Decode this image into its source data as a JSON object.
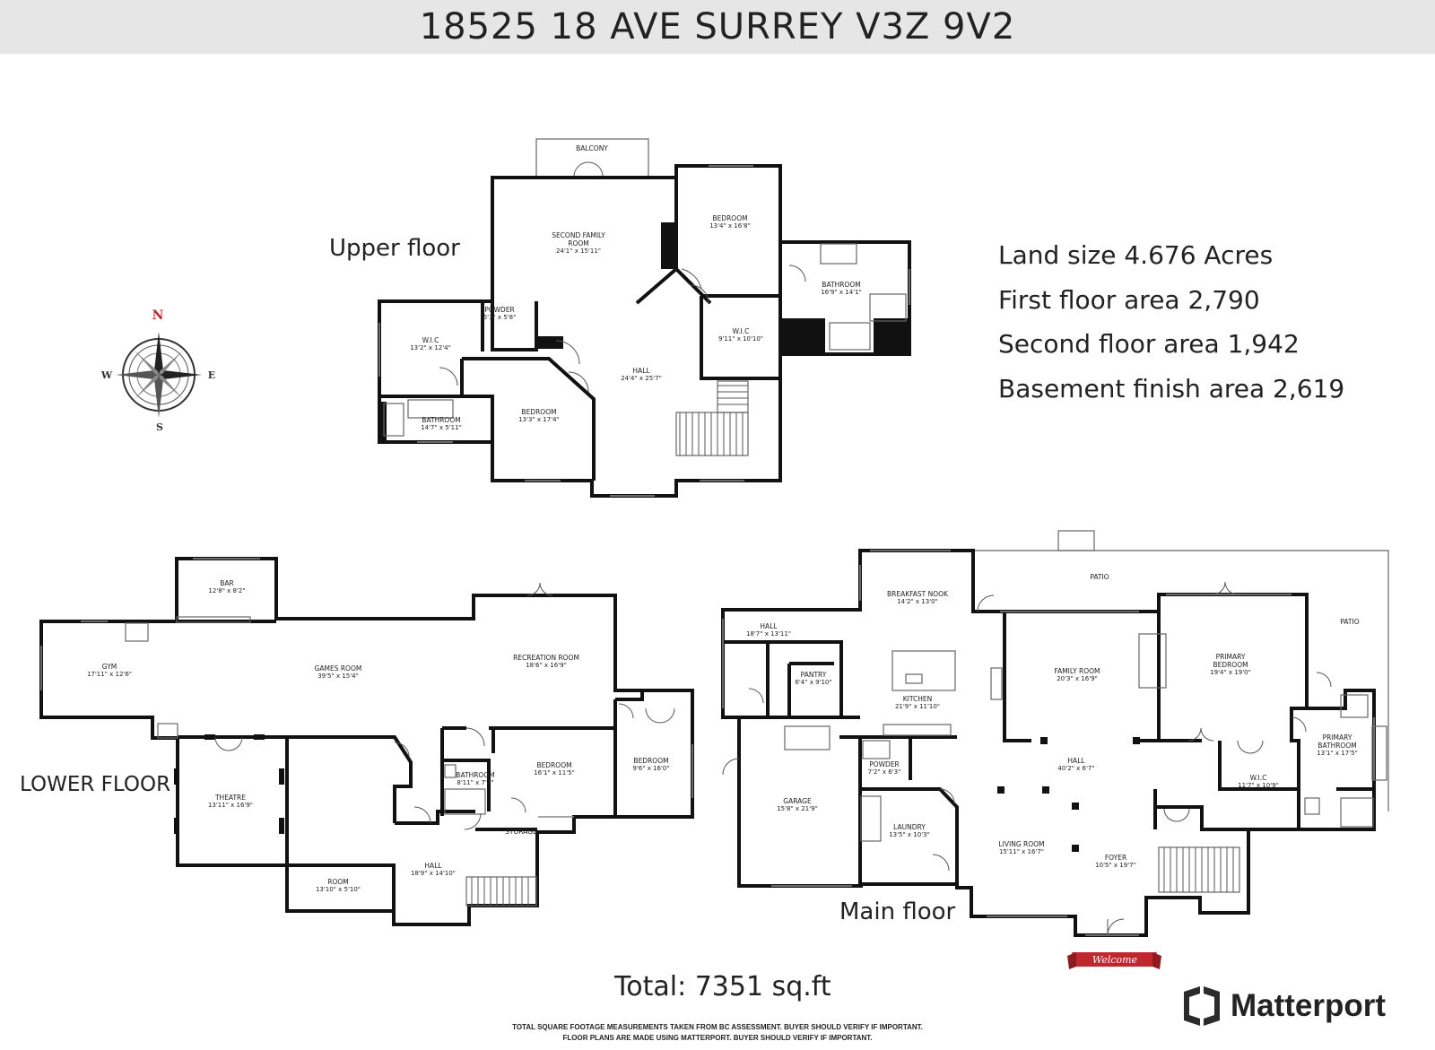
{
  "header": {
    "title": "18525 18 AVE SURREY V3Z 9V2"
  },
  "floors": {
    "upper": "Upper floor",
    "lower": "LOWER FLOOR",
    "main": "Main floor"
  },
  "stats": [
    "Land size 4.676 Acres",
    "First floor area 2,790",
    "Second floor area 1,942",
    "Basement finish area 2,619"
  ],
  "total": "Total: 7351 sq.ft",
  "disclaimer": [
    "TOTAL SQUARE FOOTAGE MEASUREMENTS TAKEN FROM BC ASSESSMENT. BUYER SHOULD VERIFY IF IMPORTANT.",
    "FLOOR PLANS ARE MADE USING MATTERPORT. BUYER SHOULD VERIFY IF IMPORTANT."
  ],
  "brand": "Matterport",
  "welcome": "Welcome",
  "compass": {
    "n": "N",
    "s": "S",
    "e": "E",
    "w": "W",
    "accent": "#c0262d"
  },
  "rooms": {
    "upper": [
      {
        "name": "BALCONY",
        "dim": ""
      },
      {
        "name": "SECOND FAMILY",
        "name2": "ROOM",
        "dim": "24'1\" x 15'11\""
      },
      {
        "name": "BEDROOM",
        "dim": "13'4\" x 16'8\""
      },
      {
        "name": "BATHROOM",
        "dim": "16'9\" x 14'1\""
      },
      {
        "name": "W.I.C",
        "dim": "9'11\" x 10'10\""
      },
      {
        "name": "POWDER",
        "dim": "6'3\" x 5'8\""
      },
      {
        "name": "W.I.C",
        "dim": "13'2\" x 12'4\""
      },
      {
        "name": "HALL",
        "dim": "24'4\" x 25'7\""
      },
      {
        "name": "BATHROOM",
        "dim": "14'7\" x 5'11\""
      },
      {
        "name": "BEDROOM",
        "dim": "13'3\" x 17'4\""
      }
    ],
    "lower": [
      {
        "name": "BAR",
        "dim": "12'8\" x 8'2\""
      },
      {
        "name": "GYM",
        "dim": "17'11\" x 12'6\""
      },
      {
        "name": "GAMES ROOM",
        "dim": "39'5\" x 15'4\""
      },
      {
        "name": "RECREATION ROOM",
        "dim": "18'6\" x 16'9\""
      },
      {
        "name": "BEDROOM",
        "dim": "9'6\" x 16'0\""
      },
      {
        "name": "BEDROOM",
        "dim": "16'1\" x 11'5\""
      },
      {
        "name": "BATHROOM",
        "dim": "8'11\" x 7'4\""
      },
      {
        "name": "THEATRE",
        "dim": "13'11\" x 16'9\""
      },
      {
        "name": "STORAGE",
        "dim": ""
      },
      {
        "name": "HALL",
        "dim": "18'9\" x 14'10\""
      },
      {
        "name": "ROOM",
        "dim": "13'10\" x 5'10\""
      }
    ],
    "main": [
      {
        "name": "PATIO",
        "dim": ""
      },
      {
        "name": "BREAKFAST NOOK",
        "dim": "14'2\" x 13'0\""
      },
      {
        "name": "PATIO",
        "dim": ""
      },
      {
        "name": "HALL",
        "dim": "18'7\" x 13'11\""
      },
      {
        "name": "PANTRY",
        "dim": "6'4\" x 9'10\""
      },
      {
        "name": "KITCHEN",
        "dim": "21'9\" x 11'10\""
      },
      {
        "name": "FAMILY ROOM",
        "dim": "20'3\" x 16'9\""
      },
      {
        "name": "PRIMARY",
        "name2": "BEDROOM",
        "dim": "19'4\" x 19'0\""
      },
      {
        "name": "PRIMARY",
        "name2": "BATHROOM",
        "dim": "13'1\" x 17'5\""
      },
      {
        "name": "W.I.C",
        "dim": "11'7\" x 10'9\""
      },
      {
        "name": "HALL",
        "dim": "40'2\" x 6'7\""
      },
      {
        "name": "POWDER",
        "dim": "7'2\" x 6'3\""
      },
      {
        "name": "GARAGE",
        "dim": "15'8\" x 21'9\""
      },
      {
        "name": "LAUNDRY",
        "dim": "13'5\" x 10'3\""
      },
      {
        "name": "LIVING ROOM",
        "dim": "15'11\" x 16'7\""
      },
      {
        "name": "FOYER",
        "dim": "10'5\" x 19'7\""
      }
    ]
  }
}
